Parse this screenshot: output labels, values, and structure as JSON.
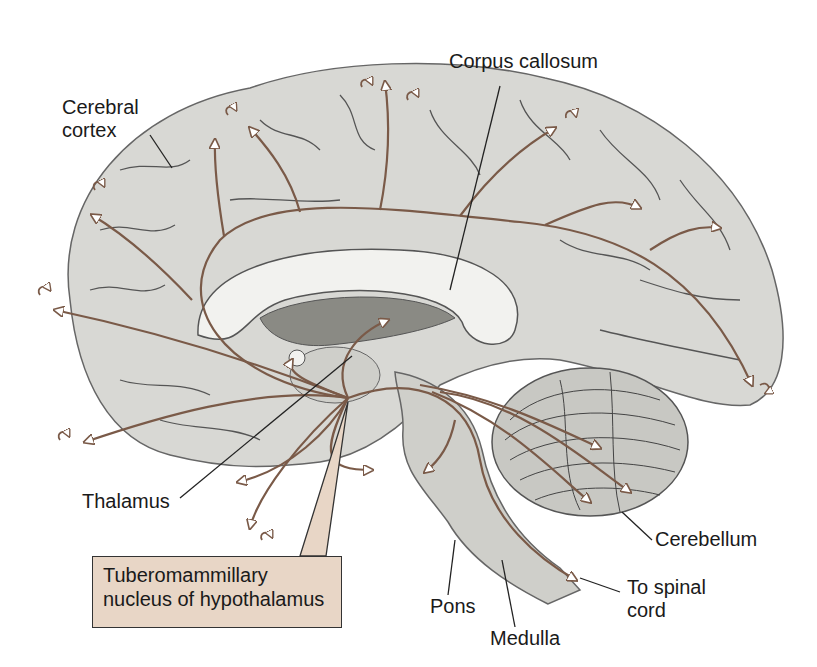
{
  "diagram": {
    "nodes": [
      {
        "text": [
          "Tuberomammillary nucleus of hypothalamus"
        ]
      }
    ],
    "labels": [
      "Cerebral cortex",
      "Corpus callosum",
      "Thalamus",
      "Pons",
      "Medulla",
      "To spinal cord",
      "Cerebellum"
    ]
  }
}
